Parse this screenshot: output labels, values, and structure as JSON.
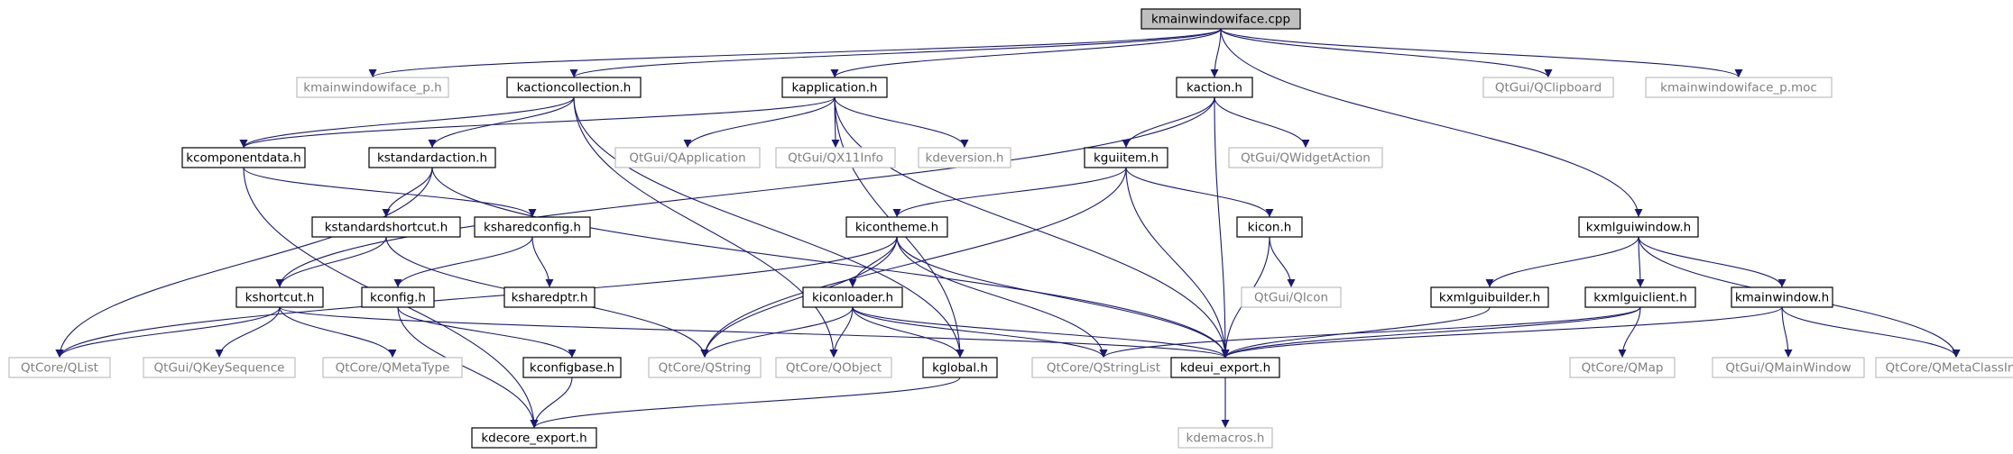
{
  "diagram": {
    "colors": {
      "edge": "#191970",
      "root_fill": "#bfbfbf",
      "doc_border": "#000000",
      "ext_border": "#bfbfbf",
      "ext_text": "#808080",
      "text": "#000000"
    },
    "nodes": [
      {
        "id": "n_root",
        "label": "kmainwindowiface.cpp",
        "kind": "root"
      },
      {
        "id": "n_miface_p_h",
        "label": "kmainwindowiface_p.h",
        "kind": "ext"
      },
      {
        "id": "n_kactioncollection",
        "label": "kactioncollection.h",
        "kind": "doc"
      },
      {
        "id": "n_kapplication",
        "label": "kapplication.h",
        "kind": "doc"
      },
      {
        "id": "n_kaction",
        "label": "kaction.h",
        "kind": "doc"
      },
      {
        "id": "n_qclipboard",
        "label": "QtGui/QClipboard",
        "kind": "ext"
      },
      {
        "id": "n_moc",
        "label": "kmainwindowiface_p.moc",
        "kind": "ext"
      },
      {
        "id": "n_kcomponentdata",
        "label": "kcomponentdata.h",
        "kind": "doc"
      },
      {
        "id": "n_kstandardaction",
        "label": "kstandardaction.h",
        "kind": "doc"
      },
      {
        "id": "n_qapplication",
        "label": "QtGui/QApplication",
        "kind": "ext"
      },
      {
        "id": "n_qx11info",
        "label": "QtGui/QX11Info",
        "kind": "ext"
      },
      {
        "id": "n_kdeversion",
        "label": "kdeversion.h",
        "kind": "ext"
      },
      {
        "id": "n_kguiitem",
        "label": "kguiitem.h",
        "kind": "doc"
      },
      {
        "id": "n_qwidgetaction",
        "label": "QtGui/QWidgetAction",
        "kind": "ext"
      },
      {
        "id": "n_kstandardshortcut",
        "label": "kstandardshortcut.h",
        "kind": "doc"
      },
      {
        "id": "n_ksharedconfig",
        "label": "ksharedconfig.h",
        "kind": "doc"
      },
      {
        "id": "n_kicontheme",
        "label": "kicontheme.h",
        "kind": "doc"
      },
      {
        "id": "n_kicon",
        "label": "kicon.h",
        "kind": "doc"
      },
      {
        "id": "n_kxmlguiwindow",
        "label": "kxmlguiwindow.h",
        "kind": "doc"
      },
      {
        "id": "n_kshortcut",
        "label": "kshortcut.h",
        "kind": "doc"
      },
      {
        "id": "n_kconfig",
        "label": "kconfig.h",
        "kind": "doc"
      },
      {
        "id": "n_ksharedptr",
        "label": "ksharedptr.h",
        "kind": "doc"
      },
      {
        "id": "n_kiconloader",
        "label": "kiconloader.h",
        "kind": "doc"
      },
      {
        "id": "n_qicon",
        "label": "QtGui/QIcon",
        "kind": "ext"
      },
      {
        "id": "n_kxmlguibuilder",
        "label": "kxmlguibuilder.h",
        "kind": "doc"
      },
      {
        "id": "n_kxmlguiclient",
        "label": "kxmlguiclient.h",
        "kind": "doc"
      },
      {
        "id": "n_kmainwindow",
        "label": "kmainwindow.h",
        "kind": "doc"
      },
      {
        "id": "n_qlist",
        "label": "QtCore/QList",
        "kind": "ext"
      },
      {
        "id": "n_qkeysequence",
        "label": "QtGui/QKeySequence",
        "kind": "ext"
      },
      {
        "id": "n_qmetatype",
        "label": "QtCore/QMetaType",
        "kind": "ext"
      },
      {
        "id": "n_kconfigbase",
        "label": "kconfigbase.h",
        "kind": "doc"
      },
      {
        "id": "n_qstring",
        "label": "QtCore/QString",
        "kind": "ext"
      },
      {
        "id": "n_qobject",
        "label": "QtCore/QObject",
        "kind": "ext"
      },
      {
        "id": "n_kglobal",
        "label": "kglobal.h",
        "kind": "doc"
      },
      {
        "id": "n_qstringlist",
        "label": "QtCore/QStringList",
        "kind": "ext"
      },
      {
        "id": "n_kdeui_export",
        "label": "kdeui_export.h",
        "kind": "doc"
      },
      {
        "id": "n_qmap",
        "label": "QtCore/QMap",
        "kind": "ext"
      },
      {
        "id": "n_qmainwindow",
        "label": "QtGui/QMainWindow",
        "kind": "ext"
      },
      {
        "id": "n_qmetaclassinfo",
        "label": "QtCore/QMetaClassInfo",
        "kind": "ext"
      },
      {
        "id": "n_kdecore_export",
        "label": "kdecore_export.h",
        "kind": "doc"
      },
      {
        "id": "n_kdemacros",
        "label": "kdemacros.h",
        "kind": "ext"
      }
    ],
    "edges": [
      [
        "n_root",
        "n_miface_p_h"
      ],
      [
        "n_root",
        "n_kactioncollection"
      ],
      [
        "n_root",
        "n_kapplication"
      ],
      [
        "n_root",
        "n_kaction"
      ],
      [
        "n_root",
        "n_qclipboard"
      ],
      [
        "n_root",
        "n_moc"
      ],
      [
        "n_root",
        "n_kxmlguiwindow"
      ],
      [
        "n_kactioncollection",
        "n_kcomponentdata"
      ],
      [
        "n_kactioncollection",
        "n_kstandardaction"
      ],
      [
        "n_kactioncollection",
        "n_qobject"
      ],
      [
        "n_kactioncollection",
        "n_kglobal"
      ],
      [
        "n_kapplication",
        "n_kcomponentdata"
      ],
      [
        "n_kapplication",
        "n_qapplication"
      ],
      [
        "n_kapplication",
        "n_qx11info"
      ],
      [
        "n_kapplication",
        "n_kdeversion"
      ],
      [
        "n_kapplication",
        "n_kdeui_export"
      ],
      [
        "n_kapplication",
        "n_kglobal"
      ],
      [
        "n_kaction",
        "n_kguiitem"
      ],
      [
        "n_kaction",
        "n_qwidgetaction"
      ],
      [
        "n_kaction",
        "n_kdeui_export"
      ],
      [
        "n_kaction",
        "n_kshortcut"
      ],
      [
        "n_kcomponentdata",
        "n_ksharedconfig"
      ],
      [
        "n_kcomponentdata",
        "n_kdecore_export"
      ],
      [
        "n_kstandardaction",
        "n_kstandardshortcut"
      ],
      [
        "n_kstandardaction",
        "n_qlist"
      ],
      [
        "n_kstandardaction",
        "n_kdeui_export"
      ],
      [
        "n_kguiitem",
        "n_kicontheme"
      ],
      [
        "n_kguiitem",
        "n_kicon"
      ],
      [
        "n_kguiitem",
        "n_qstring"
      ],
      [
        "n_kguiitem",
        "n_kdeui_export"
      ],
      [
        "n_kstandardshortcut",
        "n_kshortcut"
      ],
      [
        "n_kstandardshortcut",
        "n_qstring"
      ],
      [
        "n_ksharedconfig",
        "n_kconfig"
      ],
      [
        "n_ksharedconfig",
        "n_ksharedptr"
      ],
      [
        "n_kicontheme",
        "n_kiconloader"
      ],
      [
        "n_kicontheme",
        "n_qstring"
      ],
      [
        "n_kicontheme",
        "n_qstringlist"
      ],
      [
        "n_kicontheme",
        "n_kdeui_export"
      ],
      [
        "n_kicontheme",
        "n_qlist"
      ],
      [
        "n_kicon",
        "n_qicon"
      ],
      [
        "n_kicon",
        "n_kdeui_export"
      ],
      [
        "n_kxmlguiwindow",
        "n_kxmlguibuilder"
      ],
      [
        "n_kxmlguiwindow",
        "n_kxmlguiclient"
      ],
      [
        "n_kxmlguiwindow",
        "n_kmainwindow"
      ],
      [
        "n_kxmlguiwindow",
        "n_qmetaclassinfo"
      ],
      [
        "n_kshortcut",
        "n_qlist"
      ],
      [
        "n_kshortcut",
        "n_qkeysequence"
      ],
      [
        "n_kshortcut",
        "n_qmetatype"
      ],
      [
        "n_kshortcut",
        "n_kdeui_export"
      ],
      [
        "n_kconfig",
        "n_kconfigbase"
      ],
      [
        "n_kconfig",
        "n_kdecore_export"
      ],
      [
        "n_kiconloader",
        "n_qstring"
      ],
      [
        "n_kiconloader",
        "n_qobject"
      ],
      [
        "n_kiconloader",
        "n_kglobal"
      ],
      [
        "n_kiconloader",
        "n_qstringlist"
      ],
      [
        "n_kiconloader",
        "n_kdeui_export"
      ],
      [
        "n_kxmlguibuilder",
        "n_kdeui_export"
      ],
      [
        "n_kxmlguiclient",
        "n_qmap"
      ],
      [
        "n_kxmlguiclient",
        "n_kdeui_export"
      ],
      [
        "n_kxmlguiclient",
        "n_qstringlist"
      ],
      [
        "n_kmainwindow",
        "n_qmainwindow"
      ],
      [
        "n_kmainwindow",
        "n_qmetaclassinfo"
      ],
      [
        "n_kmainwindow",
        "n_kdeui_export"
      ],
      [
        "n_kconfigbase",
        "n_kdecore_export"
      ],
      [
        "n_kglobal",
        "n_kdecore_export"
      ],
      [
        "n_kdeui_export",
        "n_kdemacros"
      ]
    ]
  }
}
